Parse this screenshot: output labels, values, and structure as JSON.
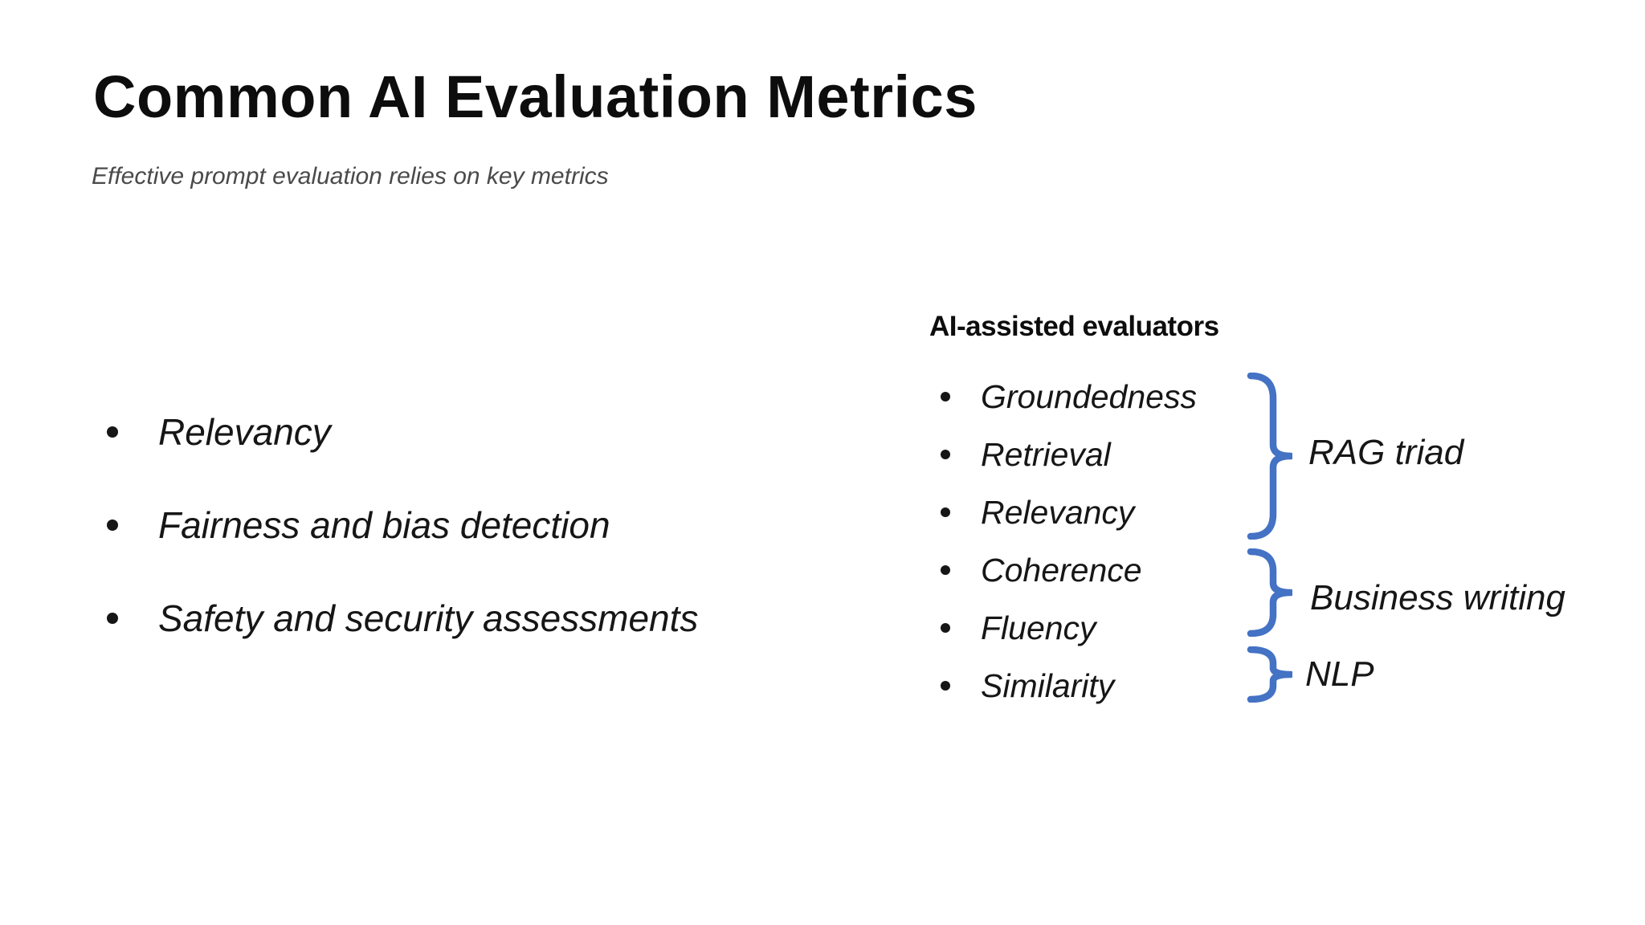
{
  "slide": {
    "title": "Common AI Evaluation Metrics",
    "subtitle": "Effective prompt evaluation relies on key metrics",
    "left_bullets": [
      "Relevancy",
      "Fairness and bias detection",
      "Safety and security assessments"
    ],
    "right_panel": {
      "heading": "AI-assisted evaluators",
      "bullets": [
        "Groundedness",
        "Retrieval",
        "Relevancy",
        "Coherence",
        "Fluency",
        "Similarity"
      ],
      "groups": [
        {
          "label": "RAG triad",
          "covers_bullets": [
            "Groundedness",
            "Retrieval",
            "Relevancy"
          ]
        },
        {
          "label": "Business writing",
          "covers_bullets": [
            "Coherence",
            "Fluency"
          ]
        },
        {
          "label": "NLP",
          "covers_bullets": [
            "Similarity"
          ]
        }
      ]
    },
    "colors": {
      "background": "#ffffff",
      "text_dark": "#161616",
      "subtitle_gray": "#4a4a4a",
      "brace_blue": "#4472C4"
    }
  }
}
